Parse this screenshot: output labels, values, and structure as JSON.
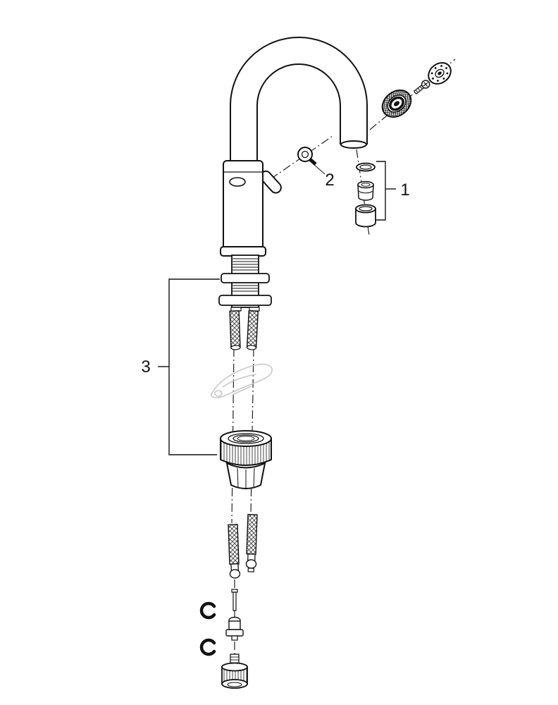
{
  "diagram": {
    "type": "exploded-parts-diagram",
    "subject": "single-lever kitchen faucet with high arc spout and mounting hardware",
    "labels": {
      "part1": "1",
      "part2": "2",
      "part3": "3"
    },
    "callouts": [
      {
        "id": "1",
        "points_to": "spout-end ring, mousseur insert and sleeve group"
      },
      {
        "id": "2",
        "points_to": "side cartridge plug"
      },
      {
        "id": "3",
        "points_to": "mounting shank, supply hoses and fastening nut group"
      }
    ],
    "colors": {
      "line": "#111111",
      "ghost": "#c8c8c8",
      "background": "#ffffff"
    }
  }
}
